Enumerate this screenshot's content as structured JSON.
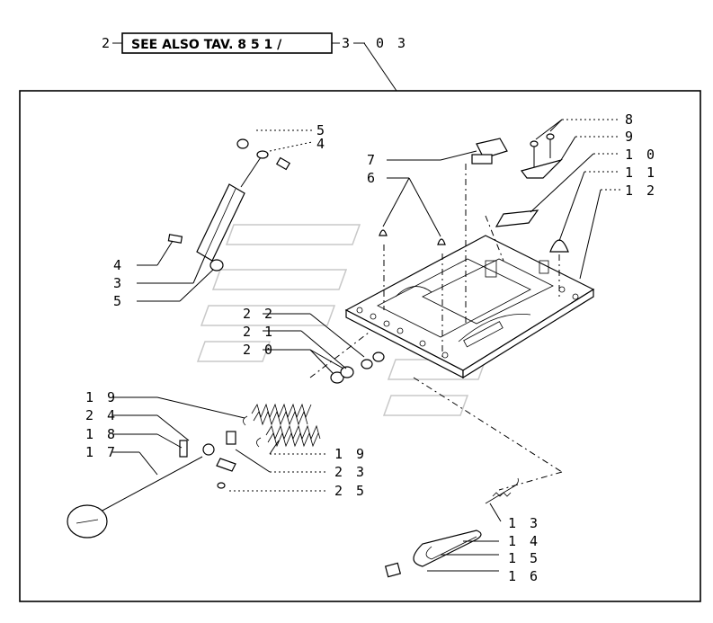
{
  "header": {
    "ref_left": "2",
    "see_also": "SEE ALSO TAV. 8 5 1 /",
    "ref_mid": "3",
    "ref_right": "0 3"
  },
  "callouts": {
    "c1": "5",
    "c2": "4",
    "c3": "4",
    "c4": "3",
    "c5": "5",
    "c6": "7",
    "c7": "6",
    "c8": "8",
    "c9": "9",
    "c10": "1 0",
    "c11": "1 1",
    "c12": "1 2",
    "c13": "2 2",
    "c14": "2 1",
    "c15": "2 0",
    "c16": "1 9",
    "c17": "2 4",
    "c18": "1 8",
    "c19": "1 7",
    "c20": "1 9",
    "c21": "2 3",
    "c22": "2 5",
    "c23": "1 3",
    "c24": "1 4",
    "c25": "1 5",
    "c26": "1 6"
  }
}
